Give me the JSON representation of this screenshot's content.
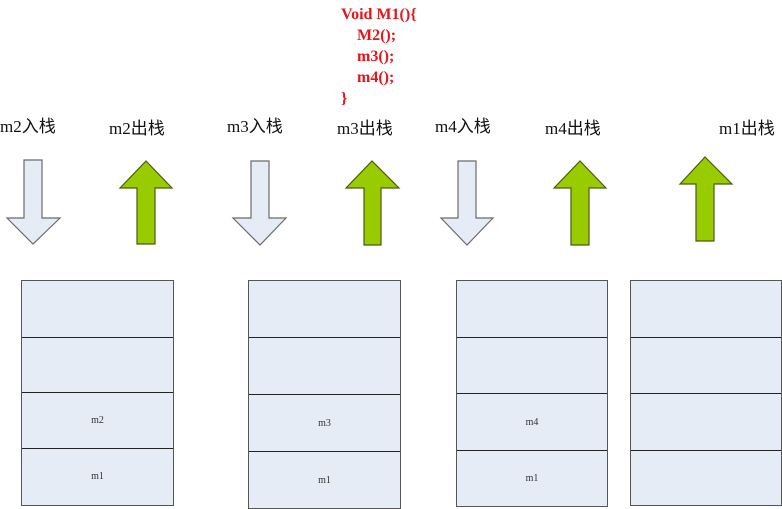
{
  "code": {
    "lines": [
      "Void M1(){",
      "    M2();",
      "    m3();",
      "    m4();",
      "}"
    ],
    "color": "#e8141b"
  },
  "steps": [
    {
      "label": "m2入栈",
      "direction": "down"
    },
    {
      "label": "m2出栈",
      "direction": "up"
    },
    {
      "label": "m3入栈",
      "direction": "down"
    },
    {
      "label": "m3出栈",
      "direction": "up"
    },
    {
      "label": "m4入栈",
      "direction": "down"
    },
    {
      "label": "m4出栈",
      "direction": "up"
    },
    {
      "label": "m1出栈",
      "direction": "up"
    }
  ],
  "colors": {
    "push_arrow_fill": "#e6ecf6",
    "pop_arrow_fill": "#99cc00",
    "stack_fill": "#e6ecf6"
  },
  "stacks": [
    {
      "cells": [
        "",
        "",
        "m2",
        "m1"
      ]
    },
    {
      "cells": [
        "",
        "",
        "m3",
        "m1"
      ]
    },
    {
      "cells": [
        "",
        "",
        "m4",
        "m1"
      ]
    },
    {
      "cells": [
        "",
        "",
        "",
        ""
      ]
    }
  ]
}
